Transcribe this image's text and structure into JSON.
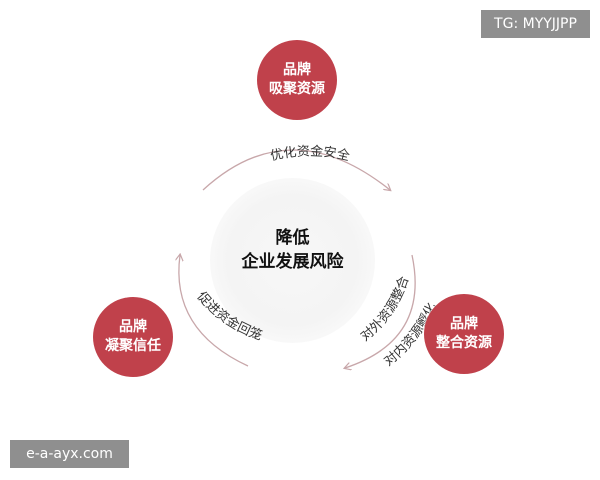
{
  "watermarks": {
    "top_right": "TG: MYYJJPP",
    "bottom_left": "e-a-ayx.com"
  },
  "center": {
    "line1": "降低",
    "line2": "企业发展风险"
  },
  "nodes": {
    "top": {
      "line1": "品牌",
      "line2": "吸聚资源"
    },
    "left": {
      "line1": "品牌",
      "line2": "凝聚信任"
    },
    "right": {
      "line1": "品牌",
      "line2": "整合资源"
    }
  },
  "arc_labels": {
    "top": "优化资金安全",
    "left": "促进资金回笼",
    "right_outer": "对外资源整合",
    "right_inner": "对内资源孵化"
  },
  "colors": {
    "node_fill": "#c0414b",
    "arc_stroke": "#c8a7aa",
    "badge_bg": "#8f8f8f"
  }
}
